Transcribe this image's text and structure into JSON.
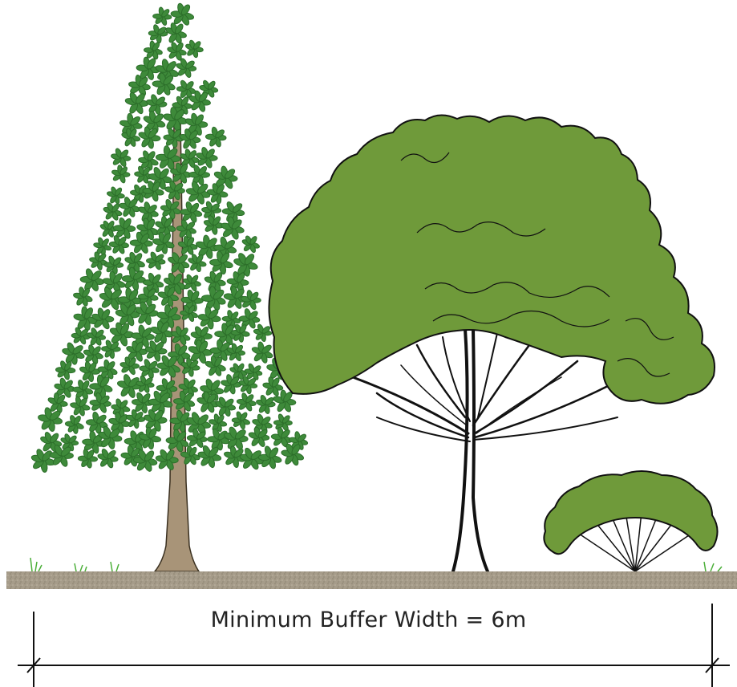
{
  "diagram": {
    "dimension_label": "Minimum Buffer Width = 6m",
    "elements": [
      {
        "kind": "conifer-tree"
      },
      {
        "kind": "broadleaf-tree"
      },
      {
        "kind": "shrub"
      },
      {
        "kind": "grass"
      },
      {
        "kind": "ground-strip"
      },
      {
        "kind": "dimension-line"
      }
    ],
    "colors": {
      "conifer_foliage": "#3e8a3a",
      "conifer_outline": "#2c6e2a",
      "conifer_trunk": "#a89478",
      "broadleaf_foliage": "#6f9a3a",
      "outline": "#111111",
      "ground": "#a69c8a",
      "grass": "#4caf3a"
    }
  }
}
